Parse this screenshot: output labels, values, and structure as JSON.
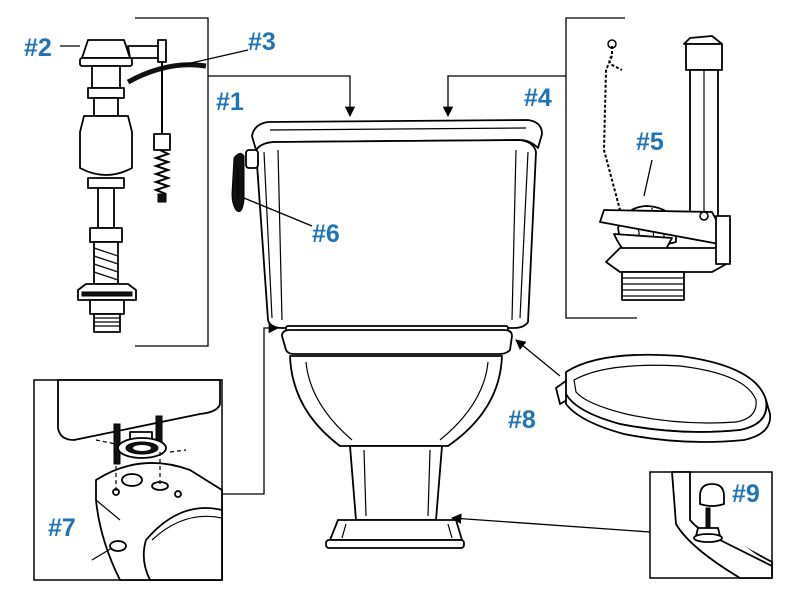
{
  "labels": {
    "l1": "#1",
    "l2": "#2",
    "l3": "#3",
    "l4": "#4",
    "l5": "#5",
    "l6": "#6",
    "l7": "#7",
    "l8": "#8",
    "l9": "#9"
  },
  "colors": {
    "label": "#1f73b7",
    "line": "#000000",
    "background": "#ffffff"
  }
}
